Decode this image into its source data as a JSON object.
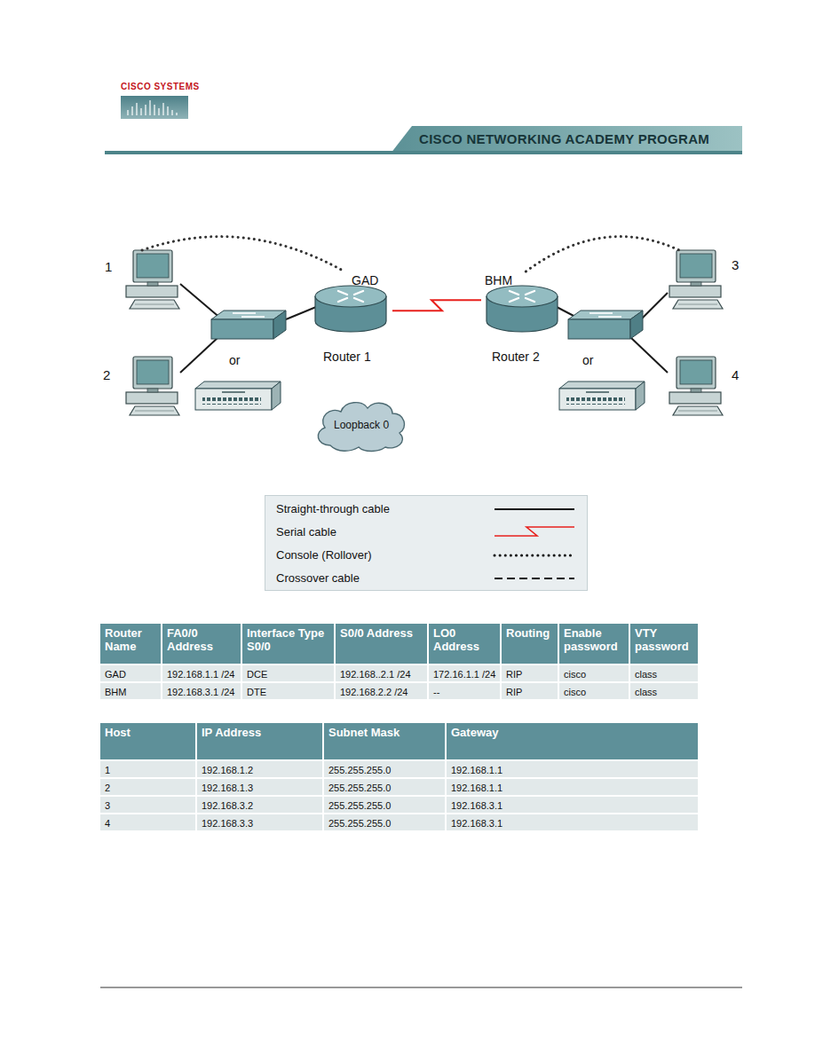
{
  "diagram": {
    "nodes": [
      {
        "text": [
          "1"
        ]
      },
      {
        "text": [
          "2"
        ]
      },
      {
        "text": [
          "GAD",
          "Router 1"
        ]
      },
      {
        "text": [
          "BHM",
          "Router 2"
        ]
      },
      {
        "text": [
          "3"
        ]
      },
      {
        "text": [
          "4"
        ]
      },
      {
        "text": [
          "Loopback 0"
        ]
      }
    ],
    "edges": [
      {
        "from": 0,
        "to": 2,
        "arrow": "none"
      },
      {
        "from": 2,
        "to": 3,
        "arrow": "none"
      },
      {
        "from": 3,
        "to": 4,
        "arrow": "none"
      }
    ],
    "labels": [
      "CISCO SYSTEMS",
      "CISCO NETWORKING ACADEMY PROGRAM",
      "or",
      "or",
      "Router Name",
      "FA0/0 Address",
      "Interface Type S0/0",
      "S0/0 Address",
      "LO0 Address",
      "Routing",
      "Enable password",
      "VTY password",
      "GAD",
      "192.168.1.1 /24",
      "DCE",
      "192.168..2.1 /24",
      "172.16.1.1 /24",
      "RIP",
      "cisco",
      "class",
      "BHM",
      "192.168.3.1 /24",
      "DTE",
      "192.168.2.2 /24",
      "--",
      "RIP",
      "cisco",
      "class",
      "Host",
      "IP Address",
      "Subnet Mask",
      "Gateway",
      "1",
      "192.168.1.2",
      "255.255.255.0",
      "192.168.1.1",
      "2",
      "192.168.1.3",
      "255.255.255.0",
      "192.168.1.1",
      "3",
      "192.168.3.2",
      "255.255.255.0",
      "192.168.3.1",
      "4",
      "192.168.3.3",
      "255.255.255.0",
      "192.168.3.1"
    ],
    "legend": [
      {
        "text": "Straight-through cable"
      },
      {
        "text": "Serial cable"
      },
      {
        "text": "Console (Rollover)"
      },
      {
        "text": "Crossover cable"
      }
    ]
  }
}
